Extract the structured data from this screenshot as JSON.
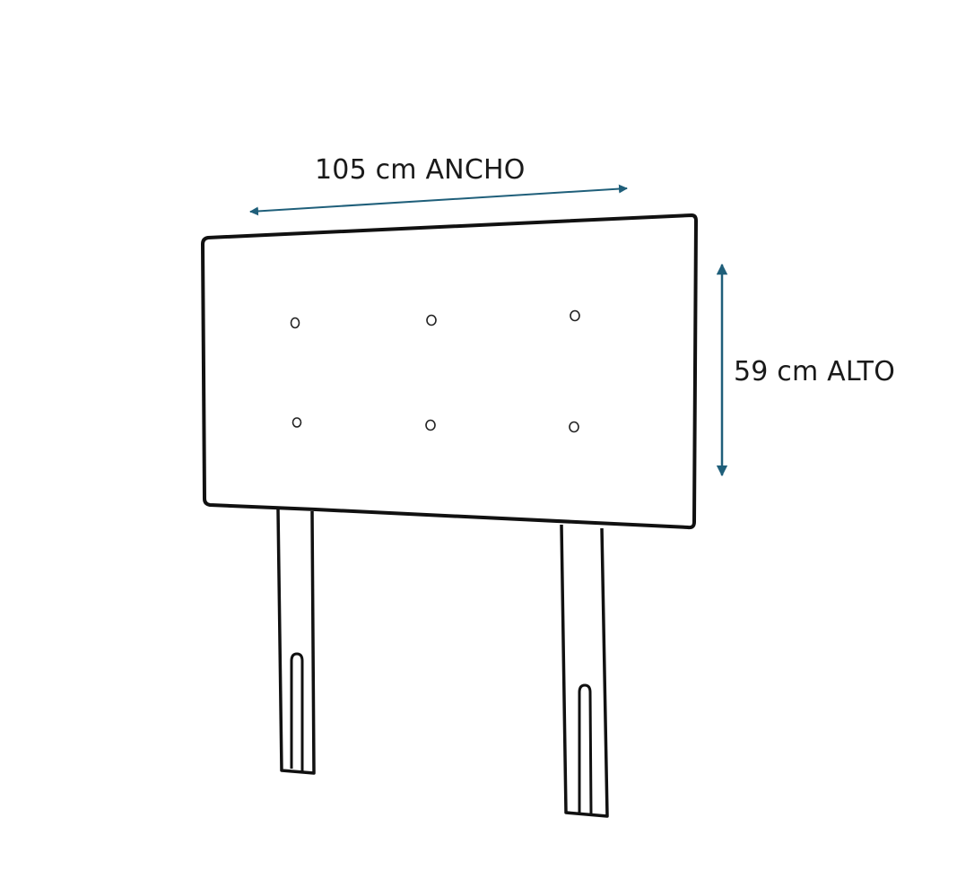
{
  "dimensions": {
    "width_label": "105 cm ANCHO",
    "height_label": "59 cm ALTO"
  },
  "colors": {
    "arrow": "#1f5f7a",
    "outline": "#111111",
    "background": "#ffffff"
  },
  "drawing": {
    "subject": "headboard-line-drawing",
    "buttons": 6,
    "legs": 2
  }
}
